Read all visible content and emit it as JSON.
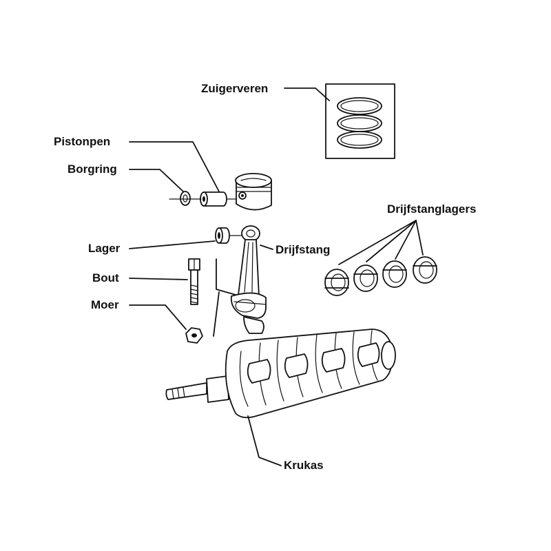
{
  "labels": {
    "zuigerveren": "Zuigerveren",
    "pistonpen": "Pistonpen",
    "borgring": "Borgring",
    "lager": "Lager",
    "drijfstang": "Drijfstang",
    "bout": "Bout",
    "moer": "Moer",
    "drijfstanglagers": "Drijfstanglagers",
    "krukas": "Krukas"
  },
  "colors": {
    "ink": "#111111",
    "background": "#ffffff"
  }
}
